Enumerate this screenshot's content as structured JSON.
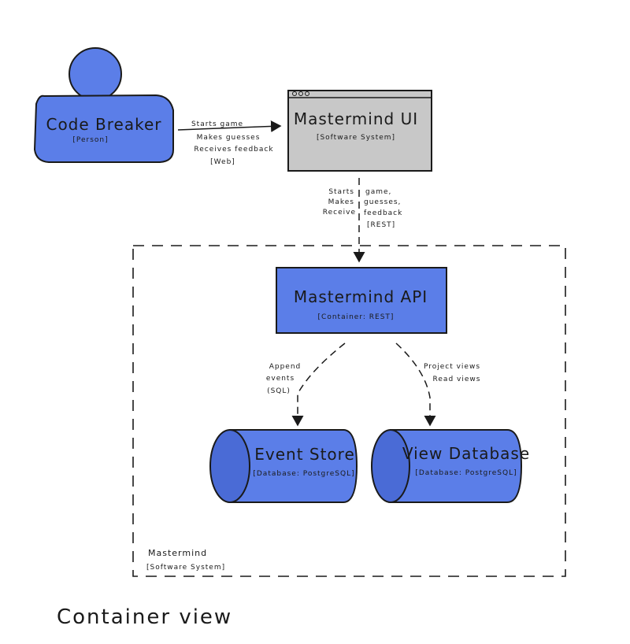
{
  "person": {
    "name": "Code Breaker",
    "type": "[Person]"
  },
  "ui": {
    "name": "Mastermind UI",
    "type": "[Software System]"
  },
  "person_to_ui": {
    "line1": "Starts game",
    "line2": "Makes guesses",
    "line3": "Receives feedback",
    "tech": "[Web]"
  },
  "ui_to_api": {
    "left1": "Starts",
    "left2": "Makes",
    "left3": "Receive",
    "right1": "game,",
    "right2": "guesses,",
    "right3": "feedback",
    "tech": "[REST]"
  },
  "api": {
    "name": "Mastermind API",
    "type": "[Container: REST]"
  },
  "api_to_store": {
    "line1": "Append",
    "line2": "events",
    "tech": "(SQL)"
  },
  "api_to_views": {
    "line1": "Project views",
    "line2": "Read views"
  },
  "event_store": {
    "name": "Event Store",
    "type": "[Database: PostgreSQL]"
  },
  "view_db": {
    "name": "View Database",
    "type": "[Database: PostgreSQL]"
  },
  "boundary": {
    "name": "Mastermind",
    "type": "[Software System]"
  },
  "caption": "Container view",
  "colors": {
    "blue": "#5b7ee8",
    "grey": "#c8c8c8",
    "ink": "#1a1a1a"
  }
}
